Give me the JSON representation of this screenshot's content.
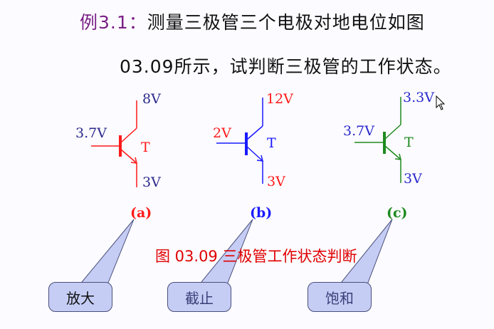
{
  "heading": {
    "line1_lead": "例3.1：",
    "line1_rest": "测量三极管三个电极对地电位如图",
    "line2": "03.09所示，试判断三极管的工作状态。"
  },
  "colors": {
    "background": "#fcfbff",
    "lead_purple": "#7a1f86",
    "circuit_a": "#ff1a1a",
    "circuit_b": "#1a1aff",
    "circuit_c": "#1e8a1e",
    "label_navy": "#2a2a8c",
    "callout_fill": "#c6cdf5",
    "caption_red": "#e00000"
  },
  "circuits": [
    {
      "id": "a",
      "label": "(a)",
      "base": "3.7V",
      "collector": "8V",
      "emitter": "3V",
      "transistor": "T",
      "state": "放大"
    },
    {
      "id": "b",
      "label": "(b)",
      "base": "2V",
      "collector": "12V",
      "emitter": "3V",
      "transistor": "T",
      "state": "截止"
    },
    {
      "id": "c",
      "label": "(c)",
      "base": "3.7V",
      "collector": "3.3V",
      "emitter": "3V",
      "transistor": "T",
      "state": "饱和"
    }
  ],
  "caption": "图 03.09  三极管工作状态判断"
}
